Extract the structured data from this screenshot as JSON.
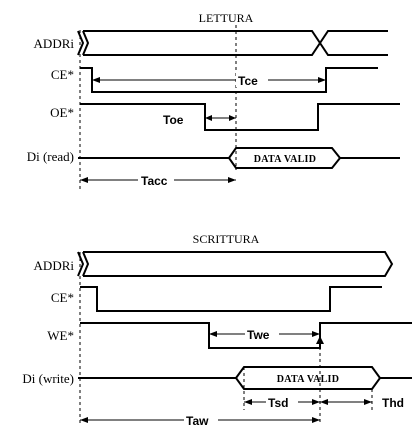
{
  "read": {
    "title": "LETTURA",
    "signals": {
      "addr": "ADDRi",
      "ce": "CE*",
      "oe": "OE*",
      "di": "Di (read)"
    },
    "timings": {
      "tce": "Tce",
      "toe": "Toe",
      "tacc": "Tacc"
    },
    "data_label": "DATA VALID"
  },
  "write": {
    "title": "SCRITTURA",
    "signals": {
      "addr": "ADDRi",
      "ce": "CE*",
      "we": "WE*",
      "di": "Di (write)"
    },
    "timings": {
      "twe": "Twe",
      "tsd": "Tsd",
      "thd": "Thd",
      "taw": "Taw"
    },
    "data_label": "DATA VALID"
  }
}
